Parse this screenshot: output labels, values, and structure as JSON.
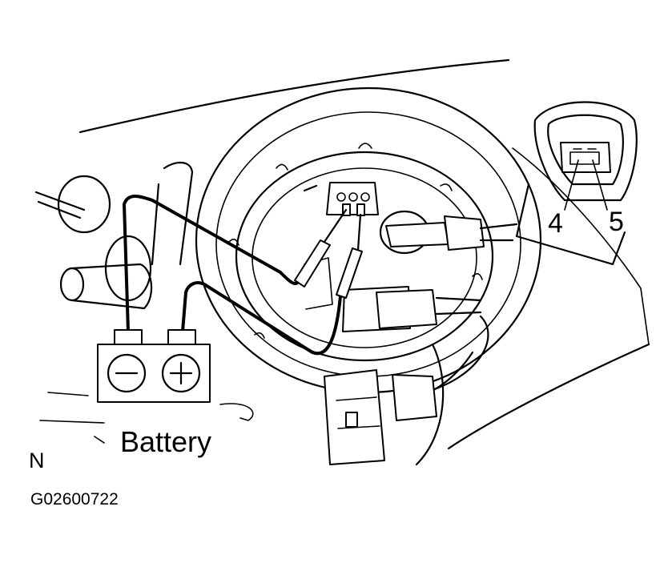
{
  "labels": {
    "battery": "Battery",
    "pin_4": "4",
    "pin_5": "5",
    "view_letter": "N",
    "figure_code": "G02600722"
  },
  "battery_terminals": {
    "negative_symbol": "−",
    "positive_symbol": "+"
  },
  "colors": {
    "ink": "#000000",
    "paper": "#ffffff"
  }
}
